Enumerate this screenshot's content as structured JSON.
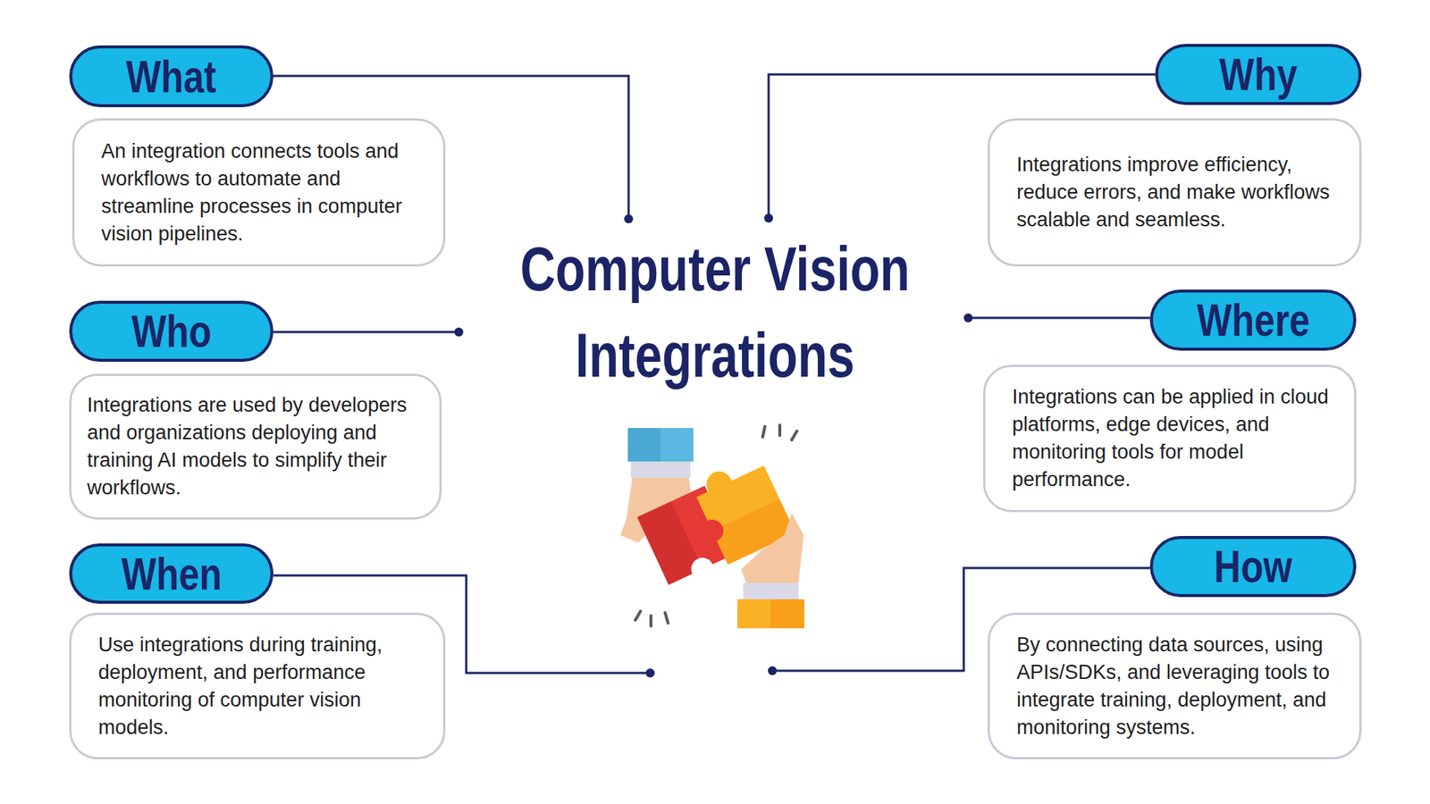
{
  "diagram": {
    "title": "Computer Vision Integrations",
    "nodes": [
      {
        "text": [
          "What"
        ]
      },
      {
        "text": [
          "An integration connects tools and workflows to automate and streamline processes in computer vision pipelines."
        ]
      },
      {
        "text": [
          "Why"
        ]
      },
      {
        "text": [
          "Integrations improve efficiency, reduce errors, and make workflows scalable and seamless."
        ]
      },
      {
        "text": [
          "Who"
        ]
      },
      {
        "text": [
          "Integrations are used by developers and organizations deploying and training AI models to simplify their workflows."
        ]
      },
      {
        "text": [
          "Where"
        ]
      },
      {
        "text": [
          "Integrations can be applied in cloud platforms, edge devices, and monitoring tools for model performance."
        ]
      },
      {
        "text": [
          "When"
        ]
      },
      {
        "text": [
          "Use integrations during training, deployment, and performance monitoring of computer vision models."
        ]
      },
      {
        "text": [
          "How"
        ]
      },
      {
        "text": [
          "By connecting data sources, using APIs/SDKs, and leveraging tools to integrate training, deployment, and monitoring systems."
        ]
      }
    ]
  }
}
